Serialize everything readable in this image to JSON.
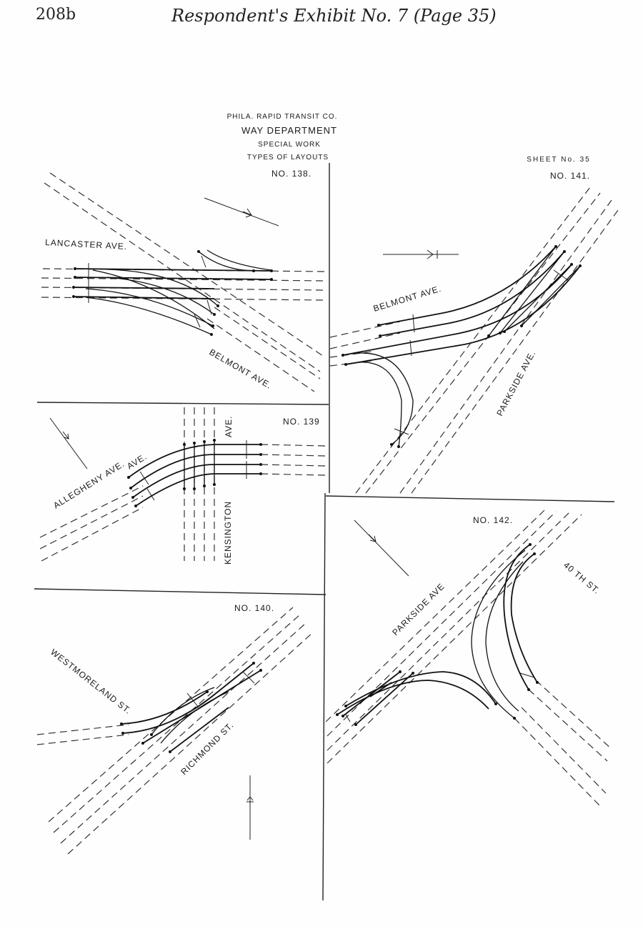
{
  "header": {
    "page_number": "208b",
    "title": "Respondent's Exhibit No. 7 (Page 35)"
  },
  "title_block": {
    "company": "PHILA. RAPID TRANSIT CO.",
    "department": "WAY DEPARTMENT",
    "work": "SPECIAL WORK",
    "types": "TYPES OF LAYOUTS",
    "sheet": "SHEET No. 35"
  },
  "layouts": [
    {
      "number": "NO. 138.",
      "streets": [
        "LANCASTER AVE.",
        "BELMONT AVE."
      ]
    },
    {
      "number": "NO. 139",
      "streets": [
        "ALLEGHENY AVE.",
        "AVE.",
        "KENSINGTON"
      ]
    },
    {
      "number": "NO. 140.",
      "streets": [
        "WESTMORELAND ST.",
        "RICHMOND ST."
      ]
    },
    {
      "number": "NO. 141.",
      "streets": [
        "BELMONT AVE.",
        "PARKSIDE AVE."
      ]
    },
    {
      "number": "NO. 142.",
      "streets": [
        "PARKSIDE AVE",
        "40 TH ST."
      ]
    }
  ]
}
